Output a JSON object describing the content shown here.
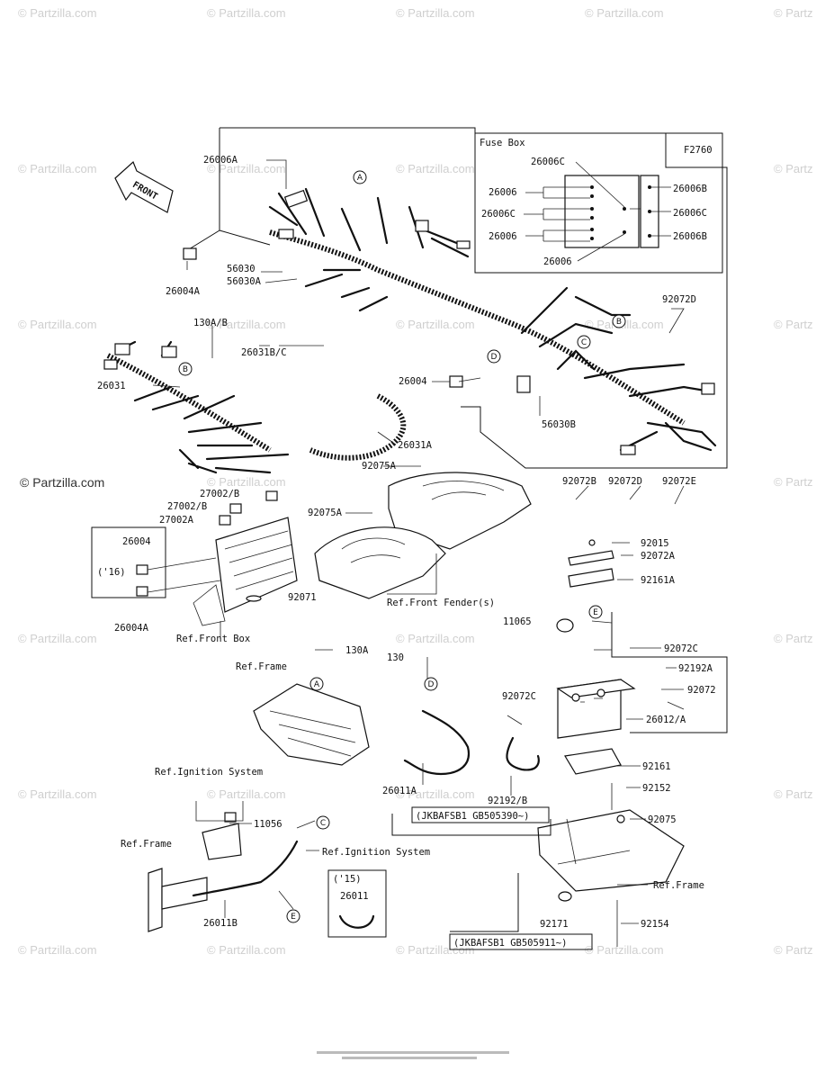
{
  "diagram_code": "F2760",
  "watermark": "© Partzilla.com",
  "watermark_short": "© Partz",
  "front_label": "FRONT",
  "fuse_box": {
    "title": "Fuse Box",
    "labels": [
      "26006C",
      "26006",
      "26006C",
      "26006",
      "26006",
      "26006B",
      "26006C",
      "26006B"
    ]
  },
  "callouts": [
    "A",
    "B",
    "C",
    "D",
    "E"
  ],
  "part_labels": {
    "p26006A": "26006A",
    "p26004A_top": "26004A",
    "p56030": "56030",
    "p56030A": "56030A",
    "p130AB": "130A/B",
    "p26031BC": "26031B/C",
    "p26031": "26031",
    "p26004": "26004",
    "p56030B": "56030B",
    "p26031A": "26031A",
    "p92075A_1": "92075A",
    "p92075A_2": "92075A",
    "p92072D_top": "92072D",
    "p27002B": "27002/B",
    "p27002_B": "27002/B",
    "p27002A": "27002A",
    "p26004_16": "26004",
    "p16": "('16)",
    "p26004A_bot": "26004A",
    "p92071": "92071",
    "p92072B": "92072B",
    "p92072D": "92072D",
    "p92072E": "92072E",
    "p92015": "92015",
    "p92072A": "92072A",
    "p92161A": "92161A",
    "p11065": "11065",
    "p92072C_r": "92072C",
    "p92192A": "92192A",
    "p92072": "92072",
    "p130A": "130A",
    "p130": "130",
    "p92072C_l": "92072C",
    "p26012A": "26012/A",
    "p92161": "92161",
    "p92152": "92152",
    "p26011A": "26011A",
    "p92192B": "92192/B",
    "p92075": "92075",
    "p11056": "11056",
    "p26011B": "26011B",
    "p15": "('15)",
    "p26011": "26011",
    "p92171": "92171",
    "p92154": "92154"
  },
  "references": {
    "front_fenders": "Ref.Front Fender(s)",
    "front_box": "Ref.Front Box",
    "frame_1": "Ref.Frame",
    "ignition_1": "Ref.Ignition System",
    "ignition_2": "Ref.Ignition System",
    "frame_2": "Ref.Frame",
    "frame_3": "Ref.Frame"
  },
  "serial_ranges": {
    "range_1": "(JKBAFSB1 GB505390~)",
    "range_2": "(JKBAFSB1 GB505911~)"
  }
}
